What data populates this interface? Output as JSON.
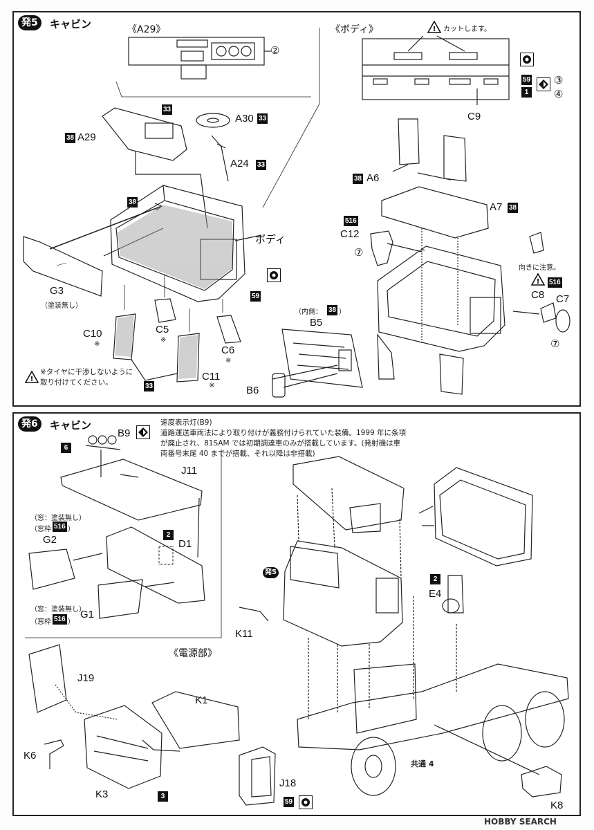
{
  "step5": {
    "badge": "発5",
    "title": "キャビン"
  },
  "step6": {
    "badge": "発6",
    "title": "キャビン"
  },
  "sub": {
    "a29": "《A29》",
    "body": "《ボディ》",
    "power": "《電源部》"
  },
  "cut_note": "カットします。",
  "labels5": {
    "A29": "A29",
    "A30": "A30",
    "A24": "A24",
    "body_jp": "ボディ",
    "G3": "G3",
    "G3_note": "（塗装無し）",
    "C10": "C10",
    "C5": "C5",
    "C6": "C6",
    "C11": "C11",
    "C9": "C9",
    "A6": "A6",
    "A7": "A7",
    "C12": "C12",
    "B5": "B5",
    "B5_note": "（内側：",
    "B6": "B6",
    "C8": "C8",
    "C7": "C7",
    "orient_note": "向きに注意。",
    "tire_note_1": "※タイヤに干渉しないように",
    "tire_note_2": "取り付けてください。",
    "mark": "※"
  },
  "paint5": {
    "p33": "33",
    "p38": "38",
    "p59": "59",
    "p516": "516",
    "p1": "1"
  },
  "circ": {
    "c2": "②",
    "c3": "③",
    "c4": "④",
    "c7": "⑦"
  },
  "labels6": {
    "B9": "B9",
    "J11": "J11",
    "D1": "D1",
    "G2": "G2",
    "G1": "G1",
    "win_note": "（窓：塗装無し）",
    "frame_note": "（窓枠：",
    "close": "）",
    "K11": "K11",
    "E4": "E4",
    "J19": "J19",
    "K1": "K1",
    "K6": "K6",
    "K3": "K3",
    "J18": "J18",
    "K8": "K8",
    "common4": "共通 4",
    "hatsu5": "発5"
  },
  "paint6": {
    "p6": "6",
    "p2": "2",
    "p516": "516",
    "p3": "3",
    "p59": "59"
  },
  "b9_note": {
    "l1": "速度表示灯(B9)",
    "l2": "道路運送車両法により取り付けが義務付けられていた装備。1999 年に条項",
    "l3": "が廃止され、81SAM では初期調達車のみが搭載しています。(発射機は車",
    "l4": "両番号末尾 40 までが搭載、それ以降は非搭載)"
  },
  "watermark": "HOBBY SEARCH"
}
